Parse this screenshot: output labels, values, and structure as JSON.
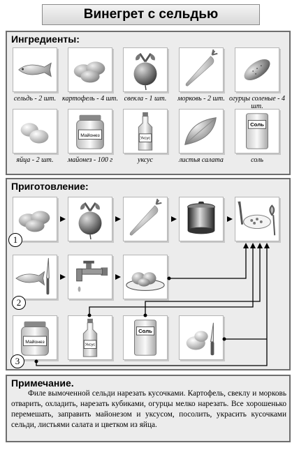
{
  "title": "Винегрет с сельдью",
  "ingredients": {
    "heading": "Ингредиенты:",
    "items": [
      {
        "label": "сельдь - 2 шт.",
        "icon": "herring-icon"
      },
      {
        "label": "картофель - 4 шт.",
        "icon": "potatoes-icon"
      },
      {
        "label": "свекла - 1 шт.",
        "icon": "beet-icon"
      },
      {
        "label": "морковь - 2 шт.",
        "icon": "carrot-icon"
      },
      {
        "label": "огурцы соленые - 4 шт.",
        "icon": "pickle-icon"
      },
      {
        "label": "яйца - 2 шт.",
        "icon": "eggs-icon"
      },
      {
        "label": "майонез - 100 г",
        "icon": "mayonnaise-jar-icon"
      },
      {
        "label": "уксус",
        "icon": "vinegar-bottle-icon"
      },
      {
        "label": "листья салата",
        "icon": "lettuce-leaf-icon"
      },
      {
        "label": "соль",
        "icon": "salt-box-icon"
      }
    ]
  },
  "preparation": {
    "heading": "Приготовление:",
    "step_numbers": [
      "1",
      "2",
      "3"
    ],
    "labels": {
      "mayonnaise": "Майонез",
      "vinegar": "Уксус",
      "salt": "Соль"
    }
  },
  "note": {
    "heading": "Примечание.",
    "text": "Филе вымоченной сельди нарезать кусочками. Картофель, свеклу и морковь отварить, охладить, нарезать кубиками, огурцы мелко нарезать. Все хорошенько перемешать, заправить майонезом и уксусом, посолить, украсить кусочками сельди, листьями салата и цветком из яйца."
  },
  "colors": {
    "panel": "#ececec",
    "border": "#6e6e6e",
    "connector": "#000000"
  }
}
